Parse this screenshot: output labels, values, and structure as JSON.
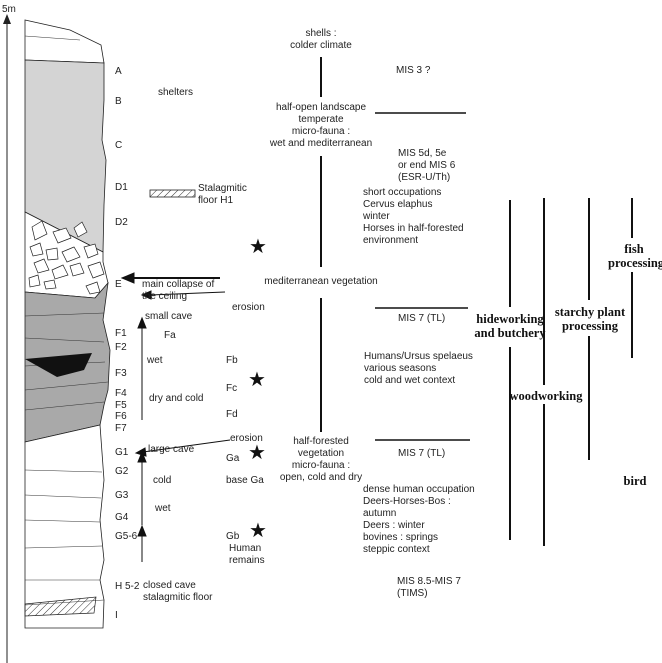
{
  "scale_label": "5m",
  "layers": [
    {
      "id": "A",
      "label": "A"
    },
    {
      "id": "B",
      "label": "B"
    },
    {
      "id": "C",
      "label": "C"
    },
    {
      "id": "D1",
      "label": "D1"
    },
    {
      "id": "D2",
      "label": "D2"
    },
    {
      "id": "E",
      "label": "E"
    },
    {
      "id": "F1",
      "label": "F1"
    },
    {
      "id": "F2",
      "label": "F2"
    },
    {
      "id": "F3",
      "label": "F3"
    },
    {
      "id": "F4",
      "label": "F4"
    },
    {
      "id": "F5",
      "label": "F5"
    },
    {
      "id": "F6",
      "label": "F6"
    },
    {
      "id": "F7",
      "label": "F7"
    },
    {
      "id": "G1",
      "label": "G1"
    },
    {
      "id": "G2",
      "label": "G2"
    },
    {
      "id": "G3",
      "label": "G3"
    },
    {
      "id": "G4",
      "label": "G4"
    },
    {
      "id": "G5-6",
      "label": "G5-6"
    },
    {
      "id": "H5-2",
      "label": "H 5-2"
    },
    {
      "id": "I",
      "label": "I"
    }
  ],
  "units": {
    "Fa": "Fa",
    "Fb": "Fb",
    "Fc": "Fc",
    "Fd": "Fd",
    "Ga": "Ga",
    "base_ga": "base Ga",
    "Gb": "Gb"
  },
  "notes": {
    "shelters": "shelters",
    "stalagmitic_floor_h1": [
      "Stalagmitic",
      "floor H1"
    ],
    "main_collapse": [
      "main collapse of",
      "the ceiling"
    ],
    "erosion_upper": "erosion",
    "small_cave": "small cave",
    "wet_upper": "wet",
    "dry_and_cold": "dry and cold",
    "erosion_lower": "erosion",
    "large_cave": "large cave",
    "cold": "cold",
    "wet_lower": "wet",
    "human_remains": [
      "Human",
      "remains"
    ],
    "closed_cave": [
      "closed cave",
      "stalagmitic floor"
    ]
  },
  "environment": {
    "shells": [
      "shells :",
      "colder climate"
    ],
    "half_open": [
      "half-open landscape",
      "temperate",
      "micro-fauna :",
      "wet and mediterranean"
    ],
    "mediterranean": "mediterranean vegetation",
    "half_forested": [
      "half-forested",
      "vegetation",
      "micro-fauna :",
      "open, cold and dry"
    ]
  },
  "dating": {
    "mis3": "MIS 3 ?",
    "mis5": [
      "MIS 5d, 5e",
      "or end MIS 6",
      "(ESR-U/Th)"
    ],
    "mis7_upper": "MIS 7 (TL)",
    "mis7_lower": "MIS 7 (TL)",
    "mis85": [
      "MIS 8.5-MIS 7",
      "(TIMS)"
    ]
  },
  "occupations": {
    "upper": [
      "short occupations",
      "Cervus elaphus",
      "winter",
      "Horses in half-forested",
      "environment"
    ],
    "middle": [
      "Humans/Ursus spelaeus",
      "various seasons",
      "cold and wet context"
    ],
    "lower": [
      "dense human occupation",
      "Deers-Horses-Bos :",
      "autumn",
      "Deers : winter",
      "bovines : springs",
      "steppic context"
    ]
  },
  "activities": {
    "hideworking": [
      "hideworking",
      "and butchery"
    ],
    "woodworking": "woodworking",
    "starchy": [
      "starchy plant",
      "processing"
    ],
    "fish": [
      "fish",
      "processing"
    ],
    "bird": "bird"
  },
  "colors": {
    "light_gray": "#d4d4d4",
    "mid_gray": "#a9a9a9",
    "dark": "#111111",
    "line": "#222222"
  }
}
